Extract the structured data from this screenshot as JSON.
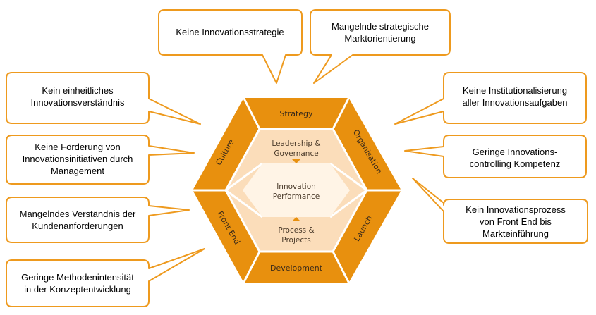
{
  "callouts": {
    "top_left": "Keine Innovationsstrategie",
    "top_right": [
      "Mangelnde strategische",
      "Marktorientierung"
    ],
    "left1": [
      "Kein einheitliches",
      "Innovationsverständnis"
    ],
    "left2": [
      "Keine Förderung von",
      "Innovationsinitiativen durch",
      "Management"
    ],
    "left3": [
      "Mangelndes Verständnis der",
      "Kundenanforderungen"
    ],
    "left4": [
      "Geringe Methodenintensität",
      "in der Konzeptentwicklung"
    ],
    "right1": [
      "Keine Institutionalisierung",
      "aller Innovationsaufgaben"
    ],
    "right2": [
      "Geringe Innovations-",
      "controlling Kompetenz"
    ],
    "right3": [
      "Kein Innovationsprozess",
      "von Front End bis",
      "Markteinführung"
    ]
  },
  "hexagon": {
    "segments": {
      "strategy": "Strategy",
      "organisation": "Organisation",
      "launch": "Launch",
      "development": "Development",
      "front_end": "Front End",
      "culture": "Culture"
    },
    "inner": {
      "top": [
        "Leadership &",
        "Governance"
      ],
      "center": [
        "Innovation",
        "Performance"
      ],
      "bottom": [
        "Process &",
        "Projects"
      ]
    }
  },
  "colors": {
    "orange": "#E8900E",
    "light": "#FBDDBA",
    "center": "#FFF4E6",
    "bubble_border": "#EE9A1E"
  }
}
